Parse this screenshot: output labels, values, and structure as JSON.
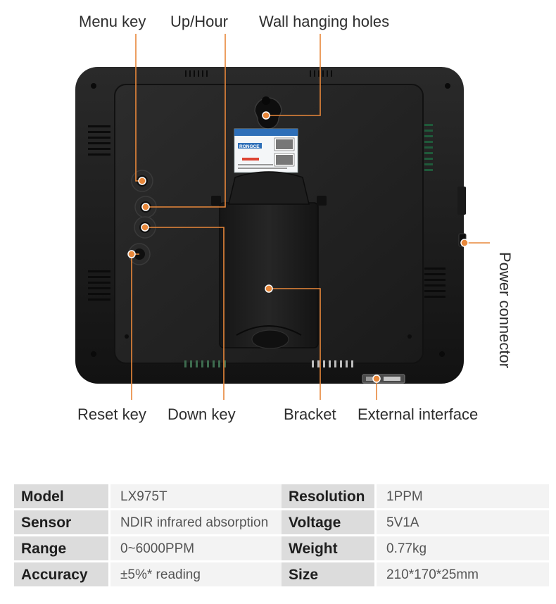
{
  "labels": {
    "menu_key": "Menu key",
    "up_hour": "Up/Hour",
    "wall_holes": "Wall hanging holes",
    "power_connector": "Power connector",
    "reset_key": "Reset key",
    "down_key": "Down key",
    "bracket": "Bracket",
    "external_interface": "External interface"
  },
  "sticker": {
    "brand": "RONGCE"
  },
  "colors": {
    "accent": "#e8873a",
    "device": "#1c1c1c",
    "spec_key_bg": "#dcdcdc",
    "spec_value_bg": "#f3f3f3"
  },
  "specs": [
    {
      "key": "Model",
      "value": "LX975T",
      "key2": "Resolution",
      "value2": "1PPM"
    },
    {
      "key": "Sensor",
      "value": "NDIR infrared absorption",
      "key2": "Voltage",
      "value2": "5V1A"
    },
    {
      "key": "Range",
      "value": "0~6000PPM",
      "key2": "Weight",
      "value2": "0.77kg"
    },
    {
      "key": "Accuracy",
      "value": "±5%* reading",
      "key2": "Size",
      "value2": "210*170*25mm"
    }
  ]
}
